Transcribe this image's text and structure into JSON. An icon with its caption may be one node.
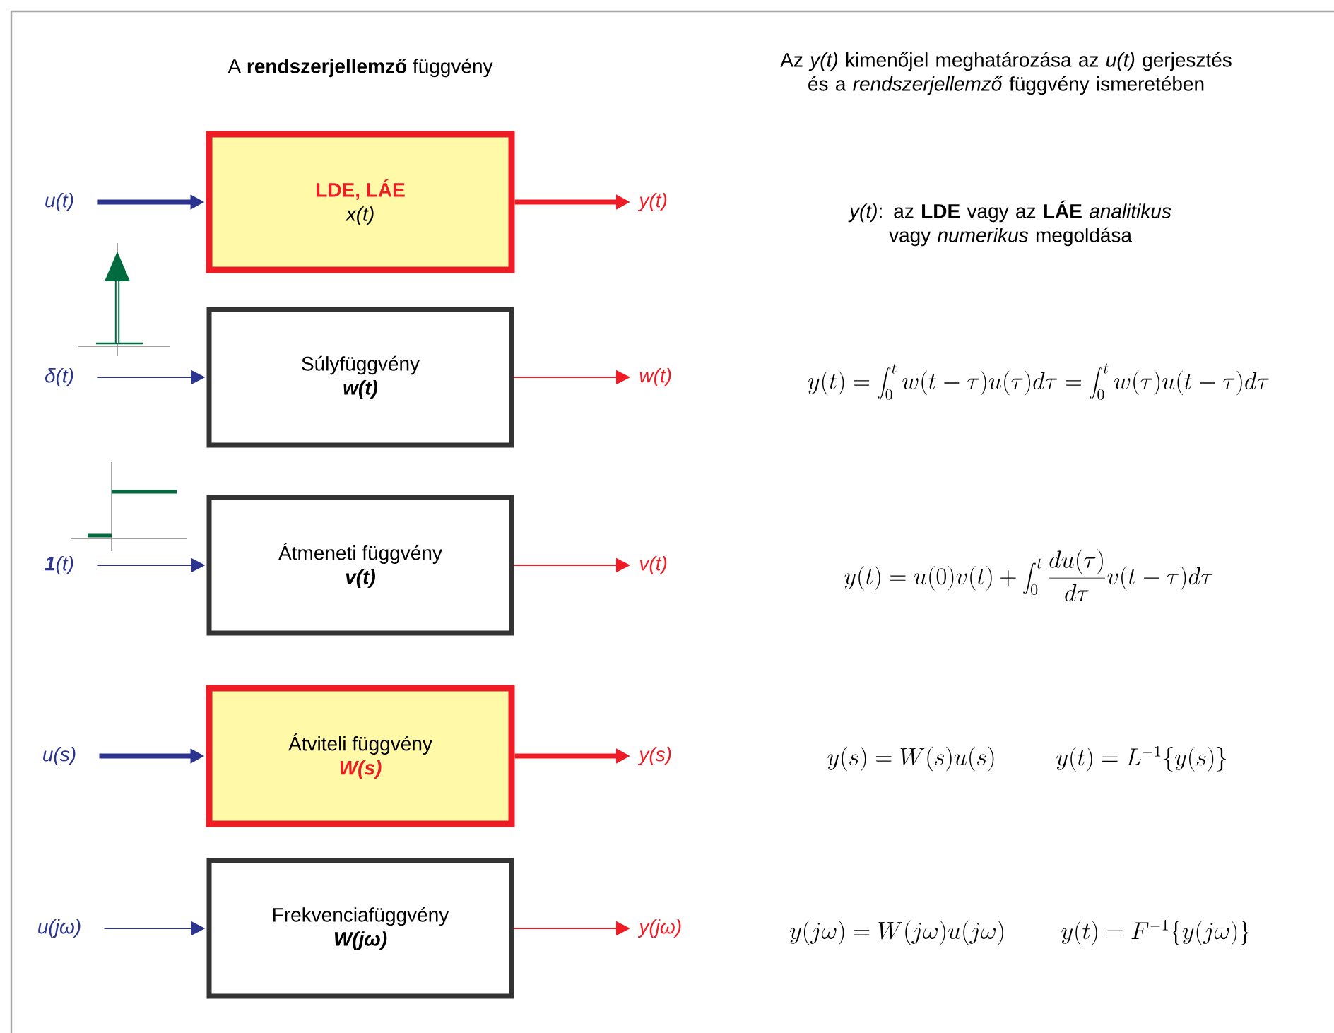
{
  "diagram": {
    "nodes": [
      {
        "text": [
          "u(t)"
        ]
      },
      {
        "text": [
          "LDE, LÁE",
          "x(t)"
        ]
      },
      {
        "text": [
          "y(t)"
        ]
      },
      {
        "text": [
          "δ(t)"
        ]
      },
      {
        "text": [
          "Súlyfüggvény",
          "w(t)"
        ]
      },
      {
        "text": [
          "w(t)"
        ]
      },
      {
        "text": [
          "**1**(t)"
        ]
      },
      {
        "text": [
          "Átmeneti függvény",
          "v(t)"
        ]
      },
      {
        "text": [
          "v(t)"
        ]
      },
      {
        "text": [
          "u(s)"
        ]
      },
      {
        "text": [
          "Átviteli függvény",
          "W(s)"
        ]
      },
      {
        "text": [
          "y(s)"
        ]
      },
      {
        "text": [
          "u(jω)"
        ]
      },
      {
        "text": [
          "Frekvenciafüggvény",
          "W(jω)"
        ]
      },
      {
        "text": [
          "y(jω)"
        ]
      }
    ],
    "edges": [
      {
        "from": 0,
        "to": 1,
        "arrow": "to",
        "style": "thick",
        "color": "#2b3590"
      },
      {
        "from": 1,
        "to": 2,
        "arrow": "to",
        "style": "thick",
        "color": "#ee1c25"
      },
      {
        "from": 3,
        "to": 4,
        "arrow": "to",
        "color": "#2b3590"
      },
      {
        "from": 4,
        "to": 5,
        "arrow": "to",
        "color": "#ee1c25"
      },
      {
        "from": 6,
        "to": 7,
        "arrow": "to",
        "color": "#2b3590"
      },
      {
        "from": 7,
        "to": 8,
        "arrow": "to",
        "color": "#ee1c25"
      },
      {
        "from": 9,
        "to": 10,
        "arrow": "to",
        "style": "thick",
        "color": "#2b3590"
      },
      {
        "from": 10,
        "to": 11,
        "arrow": "to",
        "style": "thick",
        "color": "#ee1c25"
      },
      {
        "from": 12,
        "to": 13,
        "arrow": "to",
        "color": "#2b3590"
      },
      {
        "from": 13,
        "to": 14,
        "arrow": "to",
        "color": "#ee1c25"
      }
    ],
    "labels": [
      "A **rendszerjellemző** függvény",
      "Az *y(t)* kimenőjel meghatározása az *u(t)* gerjesztés és a *rendszerjellemző* függvény ismeretében",
      "*y(t)*: az **LDE** vagy az **LÁE** *analitikus* vagy *numerikus* megoldása",
      "y(t)=\\int_0^t w(t-\\tau)u(\\tau)d\\tau=\\int_0^t w(\\tau)u(t-\\tau)d\\tau",
      "y(t)=u(0)v(t)+\\int_0^t \\frac{du(\\tau)}{d\\tau}v(t-\\tau)d\\tau",
      "y(s)=W(s)u(s)",
      "y(t)=L^{-1}\\{y(s)\\}",
      "y(j\\omega)=W(j\\omega)u(j\\omega)",
      "y(t)=F^{-1}\\{y(j\\omega)\\}"
    ]
  }
}
